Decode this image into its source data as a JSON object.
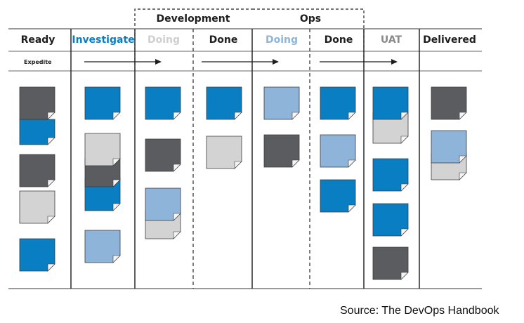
{
  "groups": [
    {
      "label": "Development"
    },
    {
      "label": "Ops"
    }
  ],
  "columns": [
    {
      "label": "Ready",
      "color": "#1e1e1e"
    },
    {
      "label": "Investigate",
      "color": "#0a7ec2"
    },
    {
      "label": "Doing",
      "color": "#cfcfcf"
    },
    {
      "label": "Done",
      "color": "#1e1e1e"
    },
    {
      "label": "Doing",
      "color": "#8fb4d9"
    },
    {
      "label": "Done",
      "color": "#1e1e1e"
    },
    {
      "label": "UAT",
      "color": "#8a8a8a"
    },
    {
      "label": "Delivered",
      "color": "#1e1e1e"
    }
  ],
  "expedite": {
    "label": "Expedite"
  },
  "card_colors": {
    "blue": "#0a7ec2",
    "light_blue": "#8fb4d9",
    "dark_gray": "#5a5c60",
    "light_gray": "#d3d3d3"
  },
  "cards": [
    {
      "column": 0,
      "color": "blue",
      "name": "card-ready-blue"
    },
    {
      "column": 0,
      "color": "dark_gray",
      "name": "card-ready-dark-gray"
    },
    {
      "column": 0,
      "color": "dark_gray",
      "name": "card-ready-dark-gray"
    },
    {
      "column": 0,
      "color": "light_gray",
      "name": "card-ready-light-gray"
    },
    {
      "column": 0,
      "color": "blue",
      "name": "card-ready-blue"
    },
    {
      "column": 1,
      "color": "blue",
      "name": "card-investigate-blue"
    },
    {
      "column": 1,
      "color": "dark_gray",
      "name": "card-investigate-dark-gray"
    },
    {
      "column": 1,
      "color": "light_gray",
      "name": "card-investigate-light-gray"
    },
    {
      "column": 1,
      "color": "blue",
      "name": "card-investigate-blue"
    },
    {
      "column": 1,
      "color": "light_blue",
      "name": "card-investigate-light-blue"
    },
    {
      "column": 2,
      "color": "blue",
      "name": "card-dev-doing-blue"
    },
    {
      "column": 2,
      "color": "dark_gray",
      "name": "card-dev-doing-dark-gray"
    },
    {
      "column": 2,
      "color": "light_gray",
      "name": "card-dev-doing-light-gray"
    },
    {
      "column": 2,
      "color": "light_blue",
      "name": "card-dev-doing-light-blue"
    },
    {
      "column": 3,
      "color": "blue",
      "name": "card-dev-done-blue"
    },
    {
      "column": 3,
      "color": "light_gray",
      "name": "card-dev-done-light-gray"
    },
    {
      "column": 4,
      "color": "light_blue",
      "name": "card-ops-doing-light-blue"
    },
    {
      "column": 4,
      "color": "dark_gray",
      "name": "card-ops-doing-dark-gray"
    },
    {
      "column": 5,
      "color": "blue",
      "name": "card-ops-done-blue"
    },
    {
      "column": 5,
      "color": "light_blue",
      "name": "card-ops-done-light-blue"
    },
    {
      "column": 5,
      "color": "blue",
      "name": "card-ops-done-blue"
    },
    {
      "column": 6,
      "color": "light_gray",
      "name": "card-uat-light-gray"
    },
    {
      "column": 6,
      "color": "blue",
      "name": "card-uat-blue"
    },
    {
      "column": 6,
      "color": "blue",
      "name": "card-uat-blue"
    },
    {
      "column": 6,
      "color": "blue",
      "name": "card-uat-blue"
    },
    {
      "column": 6,
      "color": "dark_gray",
      "name": "card-uat-dark-gray"
    },
    {
      "column": 7,
      "color": "dark_gray",
      "name": "card-delivered-dark-gray"
    },
    {
      "column": 7,
      "color": "light_gray",
      "name": "card-delivered-light-gray"
    },
    {
      "column": 7,
      "color": "light_blue",
      "name": "card-delivered-light-blue"
    }
  ],
  "caption": "Source: The DevOps Handbook"
}
